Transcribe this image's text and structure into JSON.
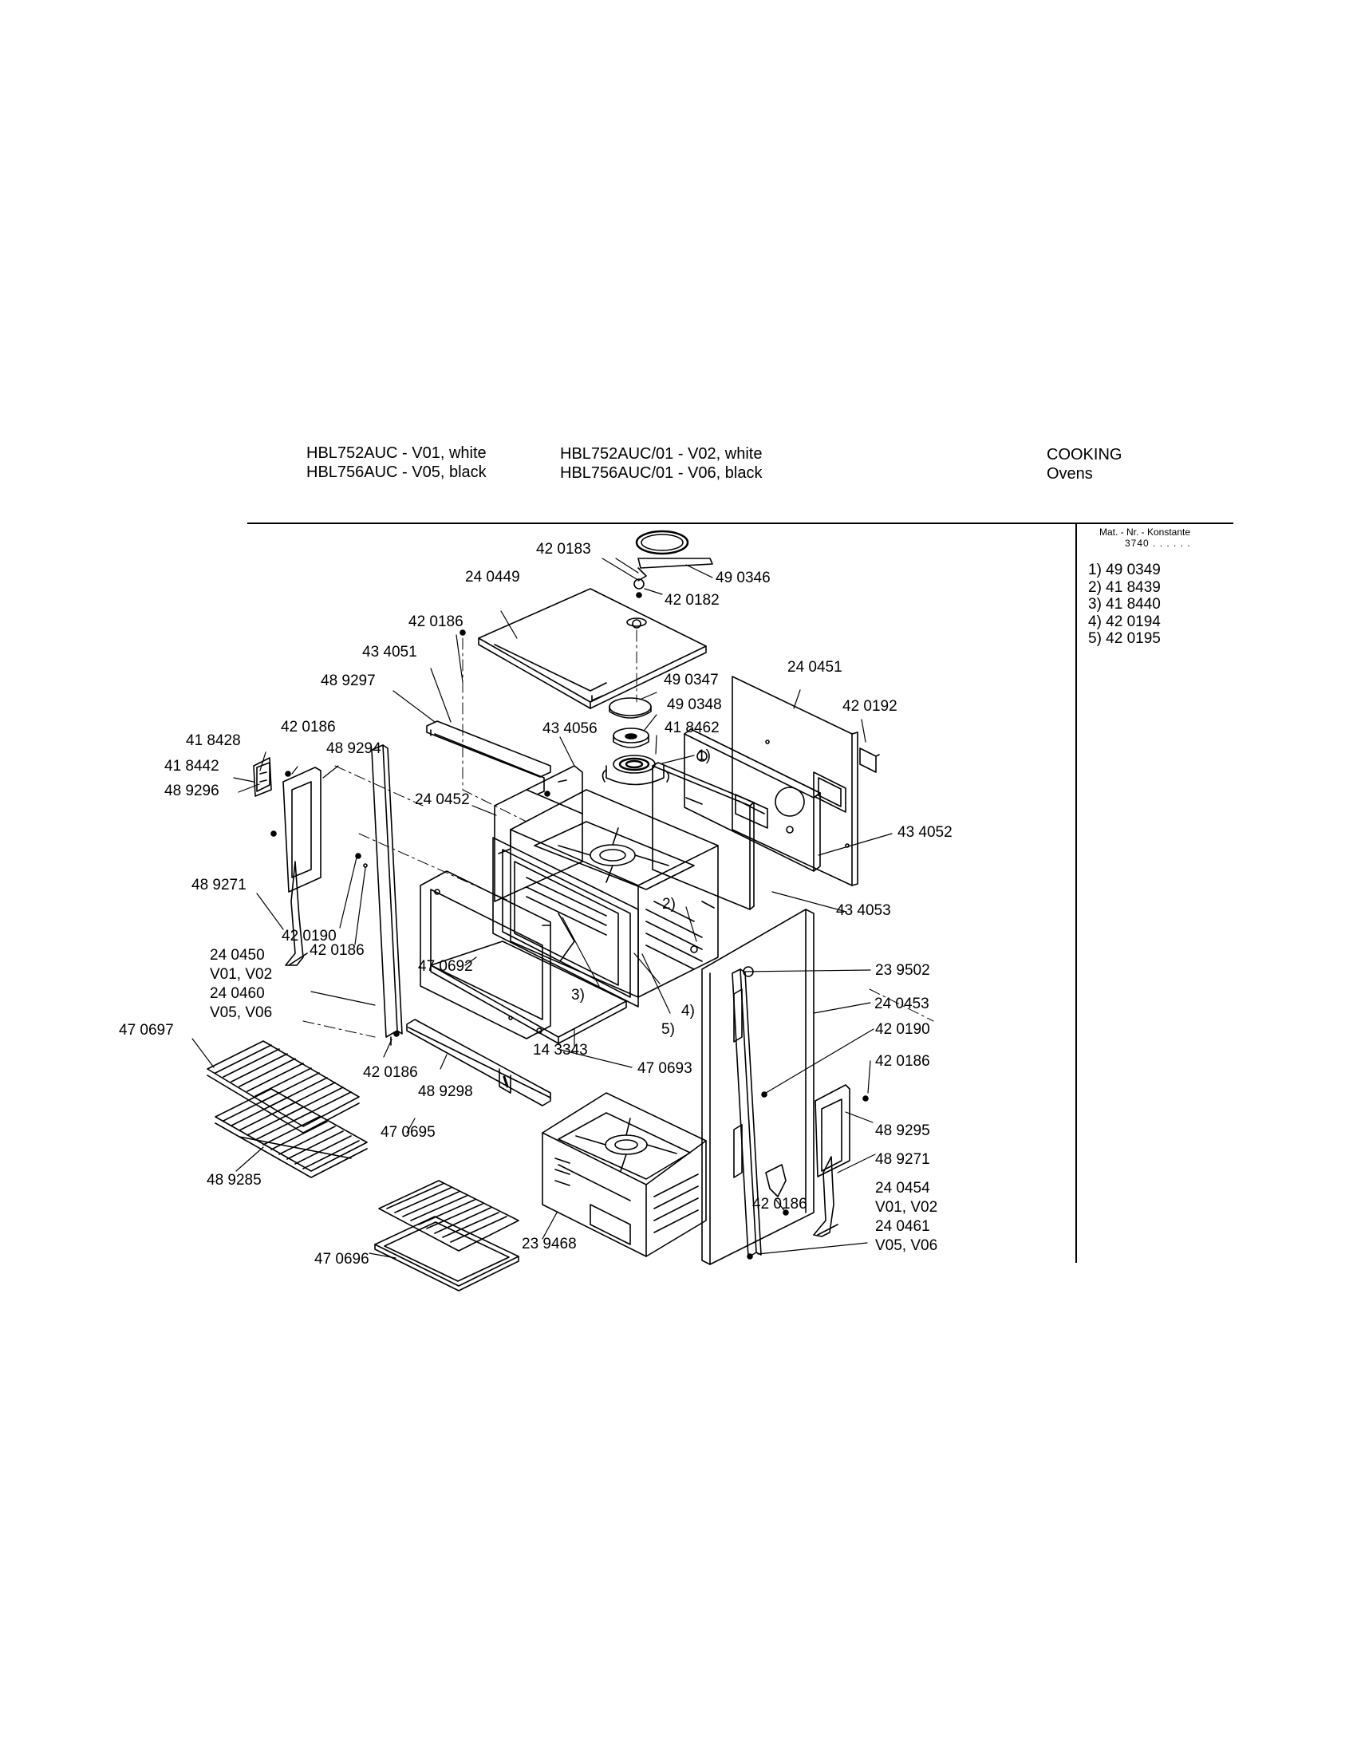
{
  "header": {
    "models_left": [
      "HBL752AUC - V01, white",
      "HBL756AUC - V05, black"
    ],
    "models_mid": [
      "HBL752AUC/01 - V02, white",
      "HBL756AUC/01 - V06, black"
    ],
    "category": [
      "COOKING",
      "Ovens"
    ]
  },
  "sidebar": {
    "title": "Mat. - Nr. - Konstante",
    "subtitle": "3740 . . . . . .",
    "items": [
      "1) 49 0349",
      "2) 41 8439",
      "3) 41 8440",
      "4) 42 0194",
      "5) 42 0195"
    ]
  },
  "callouts": {
    "c_420183": "42 0183",
    "c_490346": "49 0346",
    "c_420182": "42 0182",
    "c_240449": "24 0449",
    "c_420186_top": "42 0186",
    "c_434051": "43 4051",
    "c_489297": "48 9297",
    "c_490347": "49 0347",
    "c_490348": "49 0348",
    "c_418462": "41 8462",
    "c_1": "1)",
    "c_240451": "24 0451",
    "c_420192": "42 0192",
    "c_418428": "41 8428",
    "c_420186_left": "42 0186",
    "c_489294": "48 9294",
    "c_418442": "41 8442",
    "c_489296": "48 9296",
    "c_434056": "43 4056",
    "c_240452": "24 0452",
    "c_434052": "43 4052",
    "c_489271_left": "48 9271",
    "c_434053": "43 4053",
    "c_2": "2)",
    "c_420190_left": "42 0190",
    "c_420186_mid": "42 0186",
    "c_470692": "47 0692",
    "c_239502": "23 9502",
    "c_240450_a": "24 0450",
    "c_240450_b": "V01, V02",
    "c_240460_a": "24 0460",
    "c_240460_b": "V05, V06",
    "c_3": "3)",
    "c_4": "4)",
    "c_240453": "24 0453",
    "c_5": "5)",
    "c_420190_right": "42 0190",
    "c_470697": "47 0697",
    "c_143343": "14 3343",
    "c_420186_right": "42 0186",
    "c_470693": "47 0693",
    "c_420186_bot": "42 0186",
    "c_489298": "48 9298",
    "c_489295": "48 9295",
    "c_470695": "47 0695",
    "c_489271_right": "48 9271",
    "c_489285": "48 9285",
    "c_420186_br": "42 0186",
    "c_240454_a": "24 0454",
    "c_240454_b": "V01, V02",
    "c_240461_a": "24 0461",
    "c_240461_b": "V05, V06",
    "c_470696": "47 0696",
    "c_239468": "23 9468"
  }
}
